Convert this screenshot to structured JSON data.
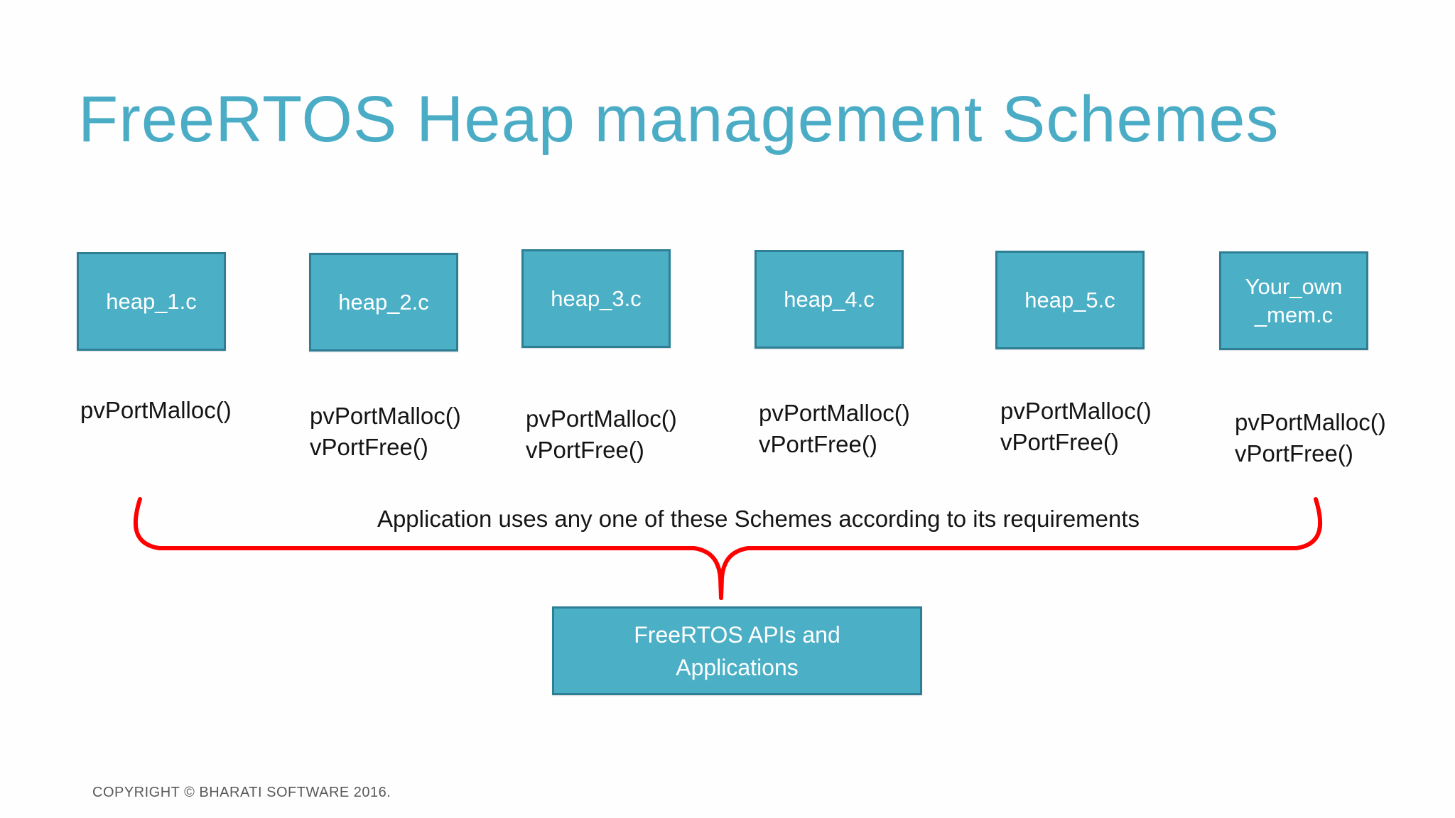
{
  "slide": {
    "title": "FreeRTOS Heap management Schemes",
    "caption": "Application uses any one of these Schemes according to its requirements",
    "footer": "COPYRIGHT © BHARATI SOFTWARE 2016."
  },
  "schemes": [
    {
      "file_lines": [
        "heap_1.c"
      ],
      "apis": [
        "pvPortMalloc()"
      ]
    },
    {
      "file_lines": [
        "heap_2.c"
      ],
      "apis": [
        "pvPortMalloc()",
        "vPortFree()"
      ]
    },
    {
      "file_lines": [
        "heap_3.c"
      ],
      "apis": [
        "pvPortMalloc()",
        "vPortFree()"
      ]
    },
    {
      "file_lines": [
        "heap_4.c"
      ],
      "apis": [
        "pvPortMalloc()",
        "vPortFree()"
      ]
    },
    {
      "file_lines": [
        "heap_5.c"
      ],
      "apis": [
        "pvPortMalloc()",
        "vPortFree()"
      ]
    },
    {
      "file_lines": [
        "Your_own",
        "_mem.c"
      ],
      "apis": [
        "pvPortMalloc()",
        "vPortFree()"
      ]
    }
  ],
  "target_box": {
    "lines": [
      "FreeRTOS APIs and",
      "Applications"
    ]
  },
  "colors": {
    "box_fill": "#4BAFC6",
    "box_border": "#2E7F95",
    "title": "#4BACC6",
    "brace": "#FF0000",
    "api_text": "#141414",
    "footer_text": "#595959",
    "box_text": "#FFFFFF"
  }
}
